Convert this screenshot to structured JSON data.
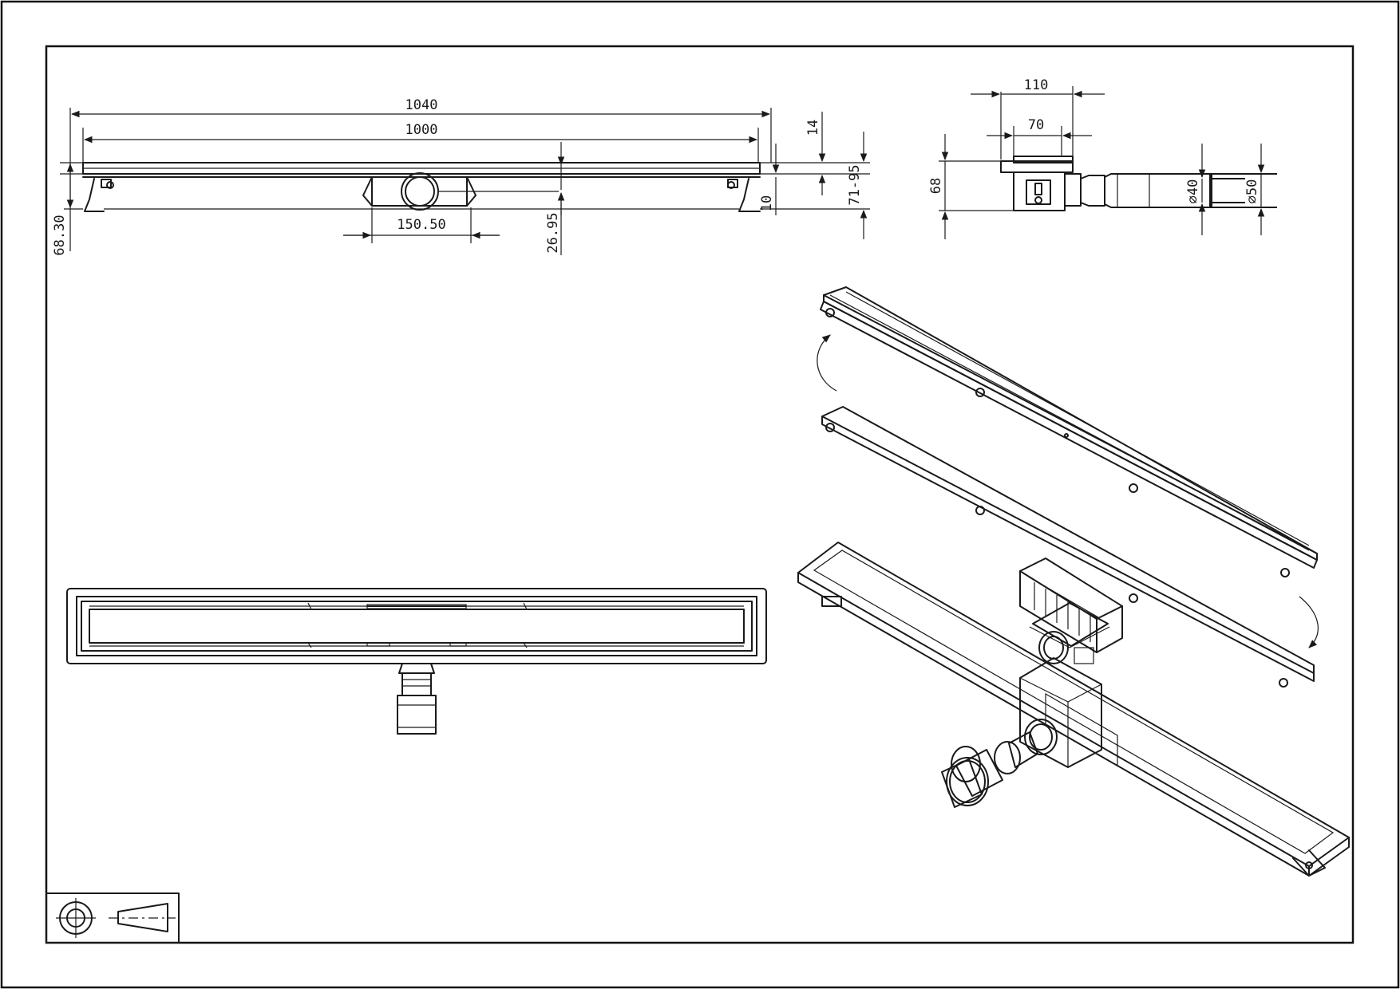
{
  "sheet": {
    "border_color": "#111111",
    "background": "#ffffff"
  },
  "front_view": {
    "overall_length": "1040",
    "grate_length": "1000",
    "outlet_spacing": "150.50",
    "total_height": "68.30",
    "outlet_depth": "26.95",
    "top_thickness": "14",
    "foot_height": "10",
    "adjust_range": "71-95"
  },
  "side_view": {
    "body_width": "110",
    "top_width": "70",
    "body_height": "68",
    "pipe_inner": "⌀40",
    "pipe_outer": "⌀50"
  },
  "symbol_box": {
    "projection_icon": "first-angle-projection-icon"
  }
}
